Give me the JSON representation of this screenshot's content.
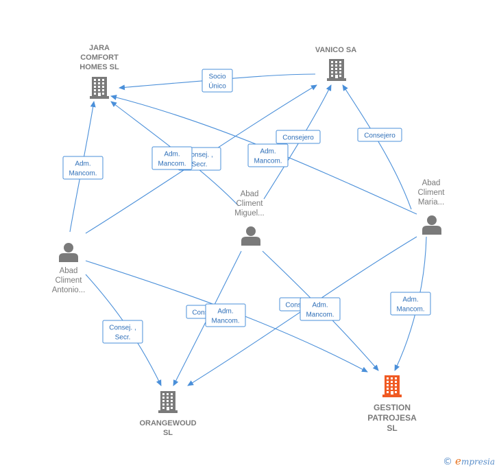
{
  "nodes": [
    {
      "id": "jara",
      "type": "company",
      "label": [
        "JARA",
        "COMFORT",
        "HOMES  SL"
      ]
    },
    {
      "id": "vanico",
      "type": "company",
      "label": [
        "VANICO SA"
      ]
    },
    {
      "id": "orangewoud",
      "type": "company",
      "label": [
        "ORANGEWOUD",
        "SL"
      ]
    },
    {
      "id": "gestion",
      "type": "company-focus",
      "label": [
        "GESTION",
        "PATROJESA",
        "SL"
      ]
    },
    {
      "id": "maria",
      "type": "person",
      "label": [
        "Abad",
        "Climent",
        "Maria..."
      ]
    },
    {
      "id": "miguel",
      "type": "person",
      "label": [
        "Abad",
        "Climent",
        "Miguel..."
      ]
    },
    {
      "id": "antonio",
      "type": "person",
      "label": [
        "Abad",
        "Climent",
        "Antonio..."
      ]
    }
  ],
  "relations": [
    {
      "label": [
        "Socio",
        "Único"
      ]
    },
    {
      "label": [
        "Adm.",
        "Mancom."
      ]
    },
    {
      "label": [
        "Consej. ,",
        "Secr."
      ]
    },
    {
      "label": [
        "Adm.",
        "Mancom."
      ]
    },
    {
      "label": [
        "Consejero"
      ]
    },
    {
      "label": [
        "Adm.",
        "Mancom."
      ]
    },
    {
      "label": [
        "Consejero"
      ]
    },
    {
      "label": [
        "Adm.",
        "Mancom."
      ]
    },
    {
      "label": [
        "Consej. ,",
        "Secr."
      ]
    },
    {
      "label": [
        "Cons"
      ]
    },
    {
      "label": [
        "Adm.",
        "Mancom."
      ]
    },
    {
      "label": [
        "Cons"
      ]
    },
    {
      "label": [
        "Adm.",
        "Mancom."
      ]
    }
  ],
  "brand": {
    "copyright": "©",
    "name_initial": "e",
    "name_rest": "mpresia"
  },
  "colors": {
    "edge": "#4a8fd9",
    "company_icon": "#7a7a7a",
    "focus_icon": "#f05a23",
    "label": "#7a7a7a"
  }
}
